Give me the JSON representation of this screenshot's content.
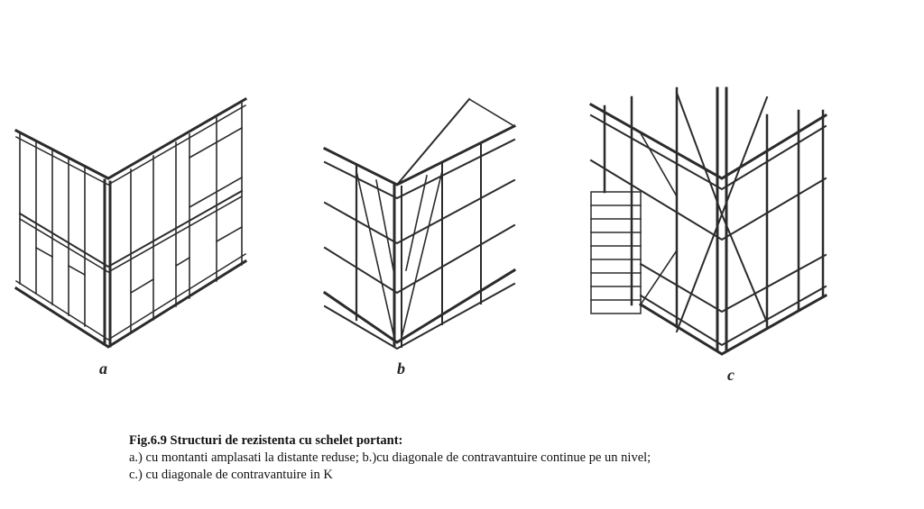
{
  "labels": {
    "a": "a",
    "b": "b",
    "c": "c"
  },
  "caption": {
    "title": "Fig.6.9 Structuri de rezistenta cu schelet portant:",
    "line_a": "a.) cu montanti amplasati la distante reduse; b.)cu diagonale de contravantuire continue pe un nivel;",
    "line_c": "c.) cu diagonale de contravantuire in K"
  }
}
